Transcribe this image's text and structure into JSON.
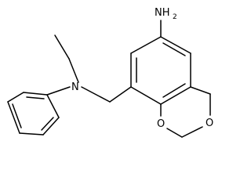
{
  "structure": {
    "atoms": {
      "amine": {
        "symbol": "NH",
        "subscript": "2"
      },
      "nitrogen": {
        "symbol": "N"
      },
      "oxygen_ring_left": {
        "symbol": "O"
      },
      "oxygen_ring_right": {
        "symbol": "O"
      }
    }
  },
  "colors": {
    "bond": "#000000",
    "background": "#ffffff"
  }
}
